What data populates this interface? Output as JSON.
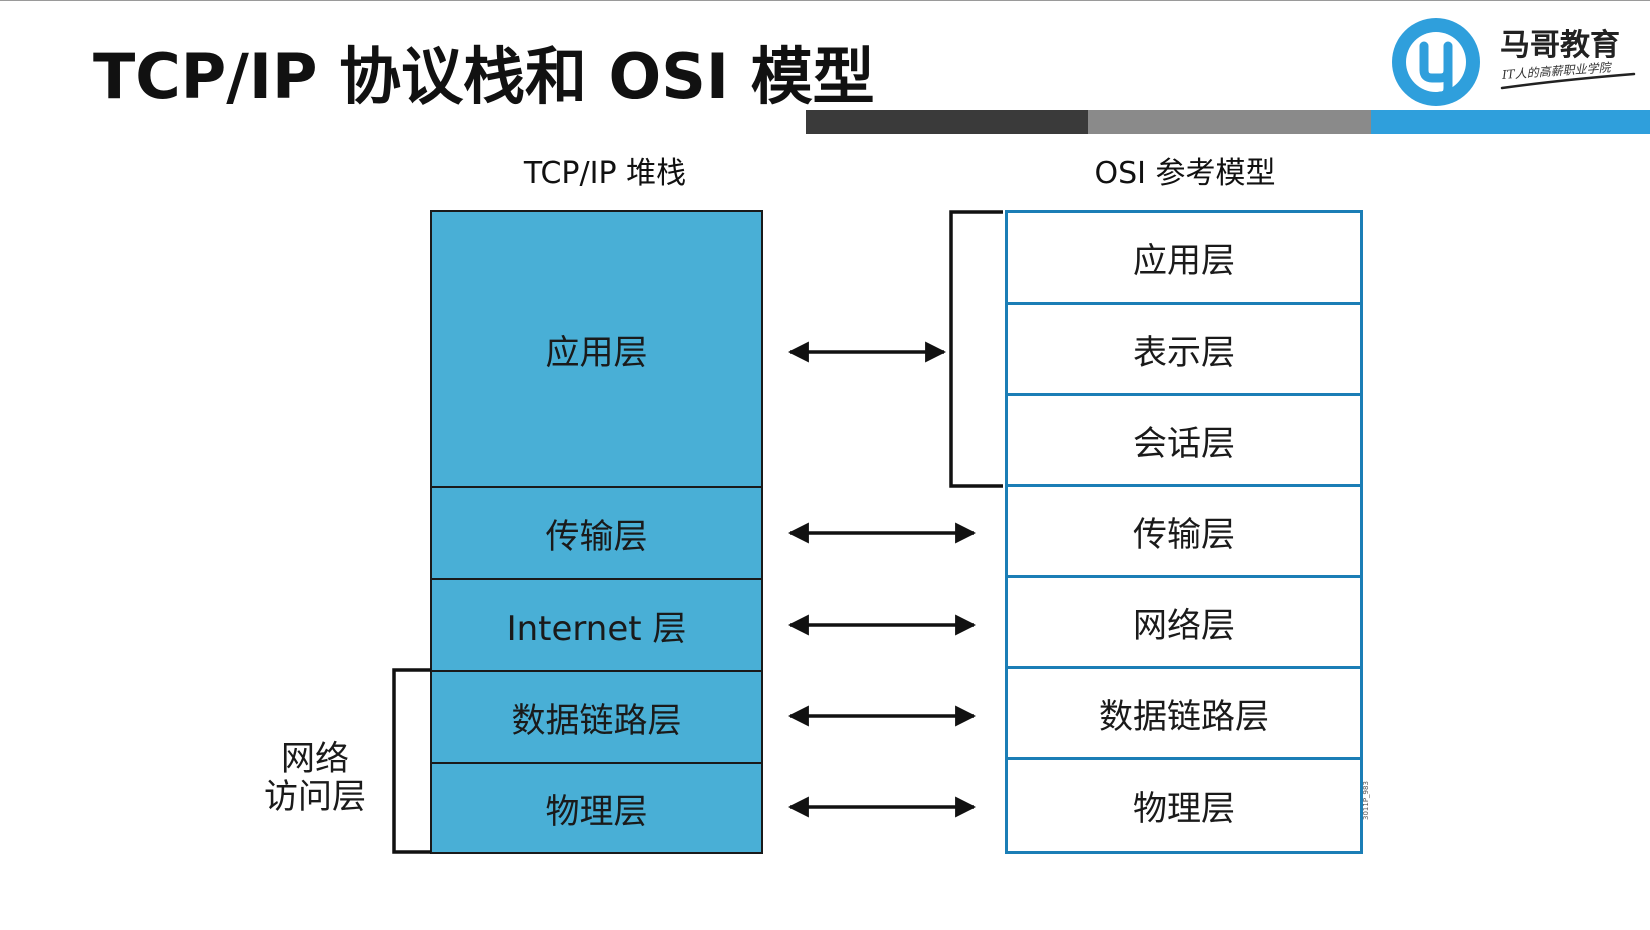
{
  "title": "TCP/IP 协议栈和 OSI 模型",
  "brand": {
    "name": "马哥教育",
    "slogan": "IT人的高薪职业学院",
    "colors": {
      "accent": "#2f9fdc",
      "dark_bar": "#3a3a3a",
      "mid_bar": "#8a8a8a"
    },
    "logo_icon": "magedu-logo-icon"
  },
  "tcpip": {
    "header": "TCP/IP 堆栈",
    "fill_color": "#49afd6",
    "layers": [
      {
        "label": "应用层"
      },
      {
        "label": "传输层"
      },
      {
        "label": "Internet 层"
      },
      {
        "label": "数据链路层"
      },
      {
        "label": "物理层"
      }
    ],
    "group_label_line1": "网络",
    "group_label_line2": "访问层"
  },
  "osi": {
    "header": "OSI 参考模型",
    "border_color": "#1b7eb6",
    "layers": [
      {
        "label": "应用层"
      },
      {
        "label": "表示层"
      },
      {
        "label": "会话层"
      },
      {
        "label": "传输层"
      },
      {
        "label": "网络层"
      },
      {
        "label": "数据链路层"
      },
      {
        "label": "物理层"
      }
    ]
  },
  "figure_code": "3011P_983"
}
